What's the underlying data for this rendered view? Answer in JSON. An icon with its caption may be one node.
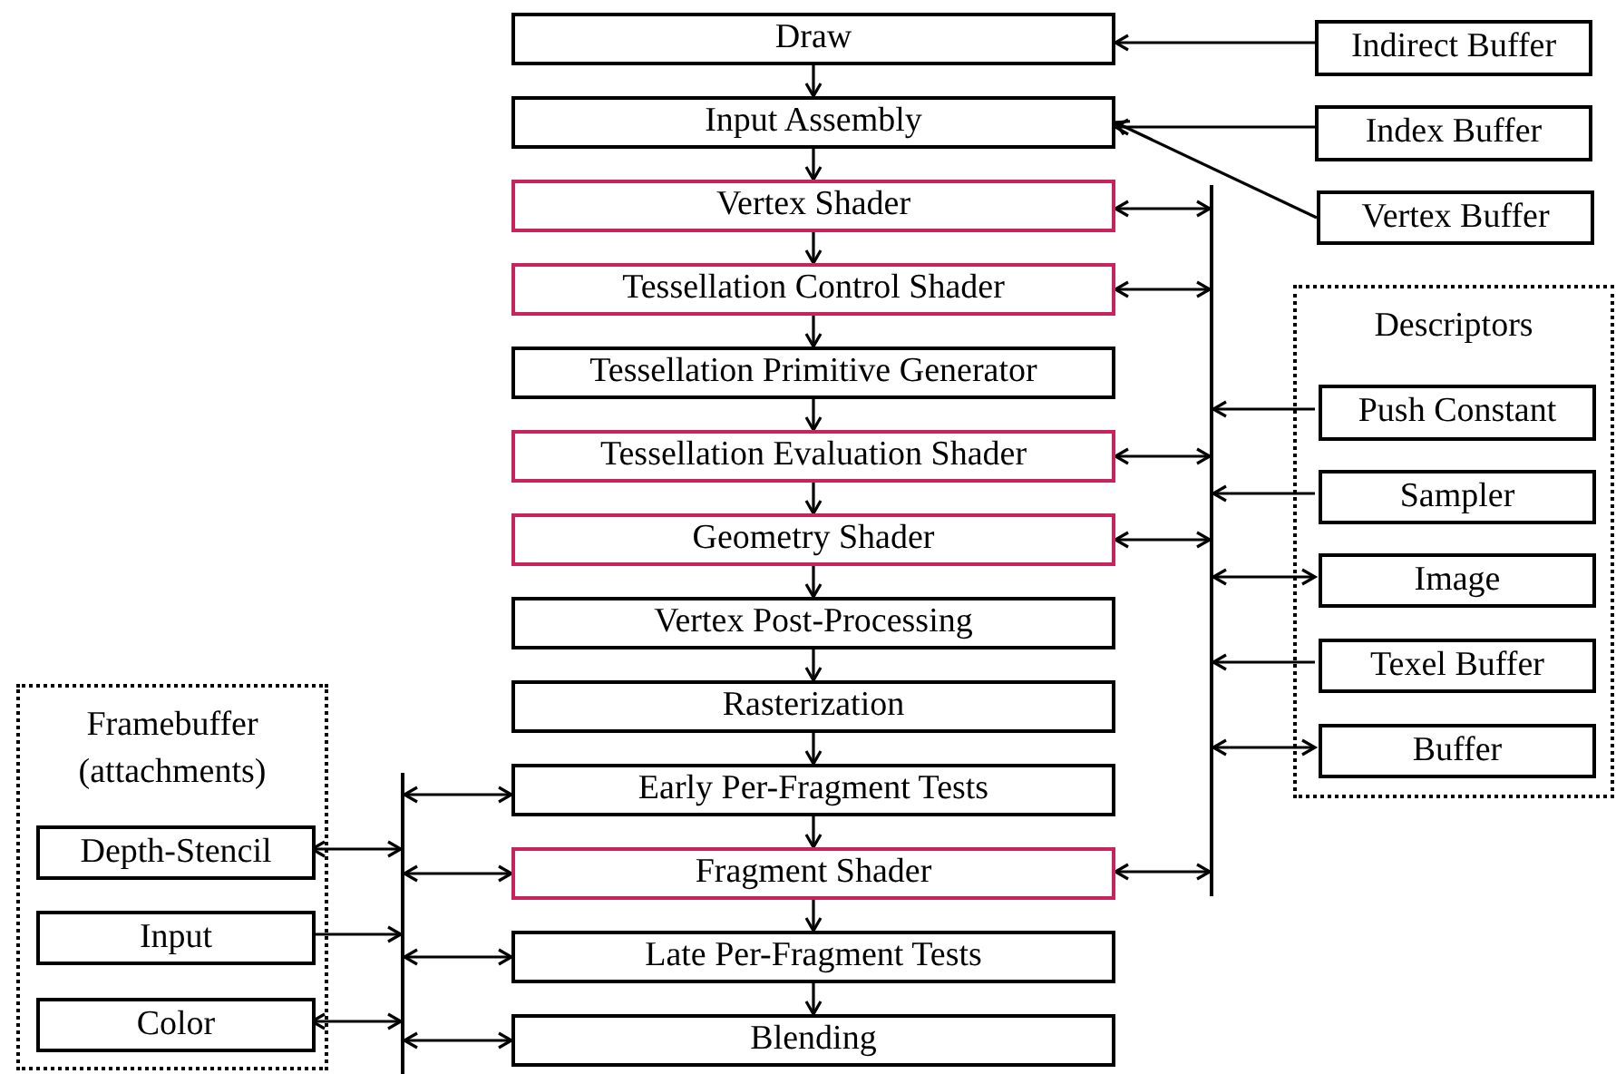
{
  "diagram": {
    "nodes": [
      {
        "text": [
          "Draw"
        ]
      },
      {
        "text": [
          "Input Assembly"
        ]
      },
      {
        "text": [
          "Vertex Shader"
        ]
      },
      {
        "text": [
          "Tessellation Control Shader"
        ]
      },
      {
        "text": [
          "Tessellation Primitive Generator"
        ]
      },
      {
        "text": [
          "Tessellation Evaluation Shader"
        ]
      },
      {
        "text": [
          "Geometry Shader"
        ]
      },
      {
        "text": [
          "Vertex Post-Processing"
        ]
      },
      {
        "text": [
          "Rasterization"
        ]
      },
      {
        "text": [
          "Early Per-Fragment Tests"
        ]
      },
      {
        "text": [
          "Fragment Shader"
        ]
      },
      {
        "text": [
          "Late Per-Fragment Tests"
        ]
      },
      {
        "text": [
          "Blending"
        ]
      },
      {
        "text": [
          "Indirect Buffer"
        ]
      },
      {
        "text": [
          "Index Buffer"
        ]
      },
      {
        "text": [
          "Vertex Buffer"
        ]
      },
      {
        "text": [
          "Descriptors"
        ]
      },
      {
        "text": [
          "Push Constant"
        ],
        "in": 16
      },
      {
        "text": [
          "Sampler"
        ],
        "in": 16
      },
      {
        "text": [
          "Image"
        ],
        "in": 16
      },
      {
        "text": [
          "Texel Buffer"
        ],
        "in": 16
      },
      {
        "text": [
          "Buffer"
        ],
        "in": 16
      },
      {
        "text": [
          "Framebuffer (attachments)"
        ]
      },
      {
        "text": [
          "Depth-Stencil"
        ],
        "in": 22
      },
      {
        "text": [
          "Input"
        ],
        "in": 22
      },
      {
        "text": [
          "Color"
        ],
        "in": 22
      },
      {
        "text": [],
        "shape": "bar"
      },
      {
        "text": [],
        "shape": "bar"
      }
    ],
    "edges": [
      {
        "from": 0,
        "to": 1,
        "arrow": "to"
      },
      {
        "from": 1,
        "to": 2,
        "arrow": "to"
      },
      {
        "from": 2,
        "to": 3,
        "arrow": "to"
      },
      {
        "from": 3,
        "to": 4,
        "arrow": "to"
      },
      {
        "from": 4,
        "to": 5,
        "arrow": "to"
      },
      {
        "from": 5,
        "to": 6,
        "arrow": "to"
      },
      {
        "from": 6,
        "to": 7,
        "arrow": "to"
      },
      {
        "from": 7,
        "to": 8,
        "arrow": "to"
      },
      {
        "from": 8,
        "to": 9,
        "arrow": "to"
      },
      {
        "from": 9,
        "to": 10,
        "arrow": "to"
      },
      {
        "from": 10,
        "to": 11,
        "arrow": "to"
      },
      {
        "from": 11,
        "to": 12,
        "arrow": "to"
      },
      {
        "from": 13,
        "to": 0,
        "arrow": "to"
      },
      {
        "from": 14,
        "to": 1,
        "arrow": "to"
      },
      {
        "from": 15,
        "to": 1,
        "arrow": "to"
      },
      {
        "from": 27,
        "to": 2,
        "arrow": "both"
      },
      {
        "from": 27,
        "to": 3,
        "arrow": "both"
      },
      {
        "from": 27,
        "to": 5,
        "arrow": "both"
      },
      {
        "from": 27,
        "to": 6,
        "arrow": "both"
      },
      {
        "from": 27,
        "to": 10,
        "arrow": "both"
      },
      {
        "from": 17,
        "to": 27,
        "arrow": "to"
      },
      {
        "from": 18,
        "to": 27,
        "arrow": "to"
      },
      {
        "from": 19,
        "to": 27,
        "arrow": "both"
      },
      {
        "from": 20,
        "to": 27,
        "arrow": "to"
      },
      {
        "from": 21,
        "to": 27,
        "arrow": "both"
      },
      {
        "from": 26,
        "to": 9,
        "arrow": "both"
      },
      {
        "from": 26,
        "to": 10,
        "arrow": "both"
      },
      {
        "from": 26,
        "to": 11,
        "arrow": "both"
      },
      {
        "from": 26,
        "to": 12,
        "arrow": "both"
      },
      {
        "from": 23,
        "to": 26,
        "arrow": "both"
      },
      {
        "from": 24,
        "to": 26,
        "arrow": "to"
      },
      {
        "from": 25,
        "to": 26,
        "arrow": "both"
      }
    ]
  }
}
